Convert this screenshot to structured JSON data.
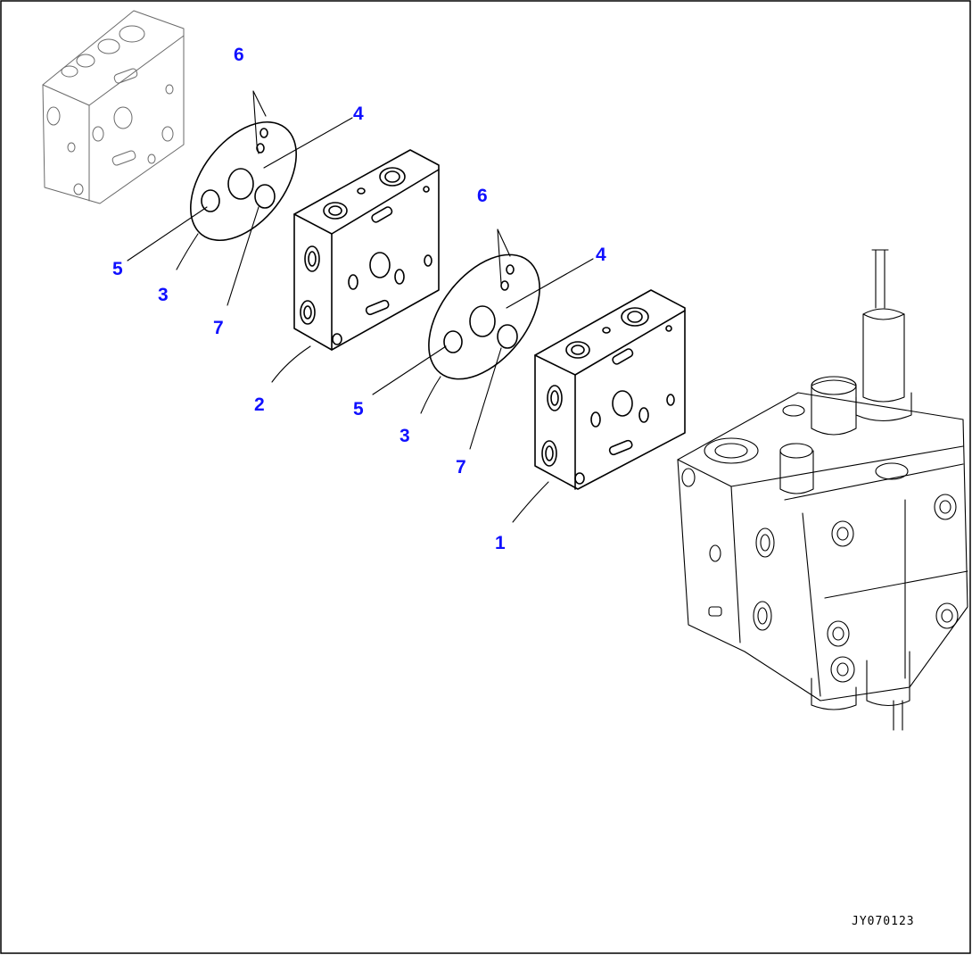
{
  "diagram": {
    "drawing_code": "JY070123",
    "callouts": [
      {
        "id": "c6a",
        "label": "6"
      },
      {
        "id": "c4a",
        "label": "4"
      },
      {
        "id": "c5a",
        "label": "5"
      },
      {
        "id": "c3a",
        "label": "3"
      },
      {
        "id": "c7a",
        "label": "7"
      },
      {
        "id": "c2",
        "label": "2"
      },
      {
        "id": "c6b",
        "label": "6"
      },
      {
        "id": "c4b",
        "label": "4"
      },
      {
        "id": "c5b",
        "label": "5"
      },
      {
        "id": "c3b",
        "label": "3"
      },
      {
        "id": "c7b",
        "label": "7"
      },
      {
        "id": "c1",
        "label": "1"
      }
    ],
    "colors": {
      "callout": "#1010ff",
      "line": "#000000",
      "faint": "#6a6a6a"
    }
  }
}
